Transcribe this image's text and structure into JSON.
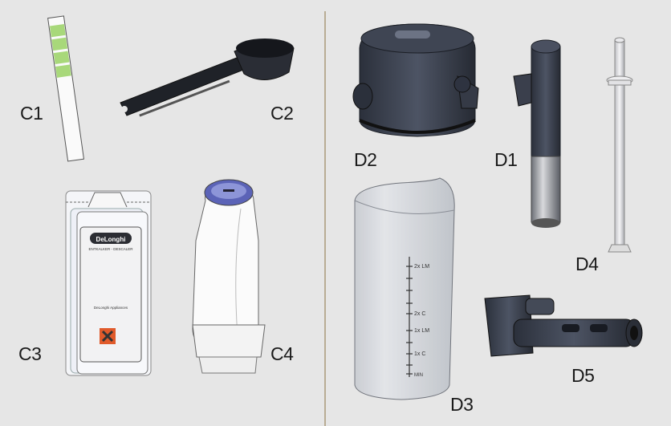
{
  "labels": {
    "c1": "C1",
    "c2": "C2",
    "c3": "C3",
    "c4": "C4",
    "d1": "D1",
    "d2": "D2",
    "d3": "D3",
    "d4": "D4",
    "d5": "D5"
  },
  "descaler_pack": {
    "brand": "DeLonghi",
    "subtitle": "ENTKALKER - DESCALER",
    "maker": "DeLonghi Appliances"
  },
  "jug_markings": [
    "2x LM",
    "2x C",
    "1x LM",
    "1x C",
    "MIN"
  ],
  "colors": {
    "background": "#e6e6e6",
    "divider": "#b8ac94",
    "dark_part": "#3a3f4c",
    "test_strip_green": "#a8d87a",
    "hazard_orange": "#e05a2a"
  }
}
